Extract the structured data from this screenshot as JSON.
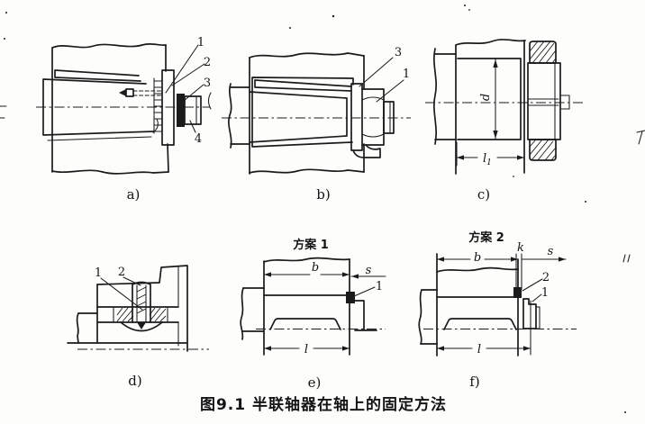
{
  "caption": "图9.1  半联轴器在轴上的固定方法",
  "panels": {
    "a": {
      "label": "a)",
      "callouts": {
        "n1": "1",
        "n2": "2",
        "n3": "3",
        "n4": "4"
      }
    },
    "b": {
      "label": "b)",
      "callouts": {
        "n3": "3",
        "n1": "1"
      }
    },
    "c": {
      "label": "c)",
      "dims": {
        "d": "d",
        "l1_base": "l",
        "l1_sub": "1"
      }
    },
    "d": {
      "label": "d)",
      "callouts": {
        "n1": "1",
        "n2": "2"
      }
    },
    "e": {
      "label": "e)",
      "scheme": "方案 1",
      "dims": {
        "b": "b",
        "s": "s",
        "l": "l"
      },
      "callouts": {
        "n1": "1"
      }
    },
    "f": {
      "label": "f)",
      "scheme": "方案 2",
      "dims": {
        "b": "b",
        "k": "k",
        "s": "s",
        "l": "l"
      },
      "callouts": {
        "n1": "1",
        "n2": "2"
      }
    }
  },
  "colors": {
    "ink": "#1b1b1b",
    "paper": "#fdfdfc"
  }
}
